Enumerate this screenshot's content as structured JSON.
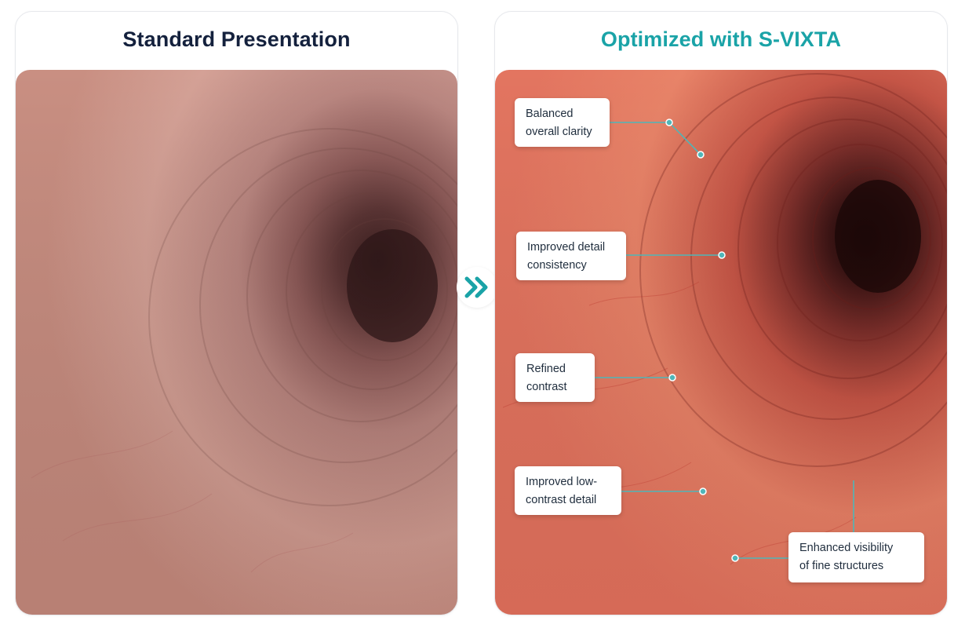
{
  "left_panel": {
    "title": "Standard Presentation"
  },
  "right_panel": {
    "title": "Optimized with S-VIXTA"
  },
  "callouts": [
    {
      "line1": "Balanced",
      "line2": "overall clarity"
    },
    {
      "line1": "Improved detail",
      "line2": "consistency"
    },
    {
      "line1": "Refined",
      "line2": "contrast"
    },
    {
      "line1": "Improved low-",
      "line2": "contrast detail"
    },
    {
      "line1": "Enhanced visibility",
      "line2": "of fine structures"
    }
  ],
  "icons": {
    "transition": "double-chevron-right-icon"
  },
  "colors": {
    "accent": "#1aa3a7",
    "title_dark": "#14213d",
    "leader": "#4fb6b8"
  }
}
